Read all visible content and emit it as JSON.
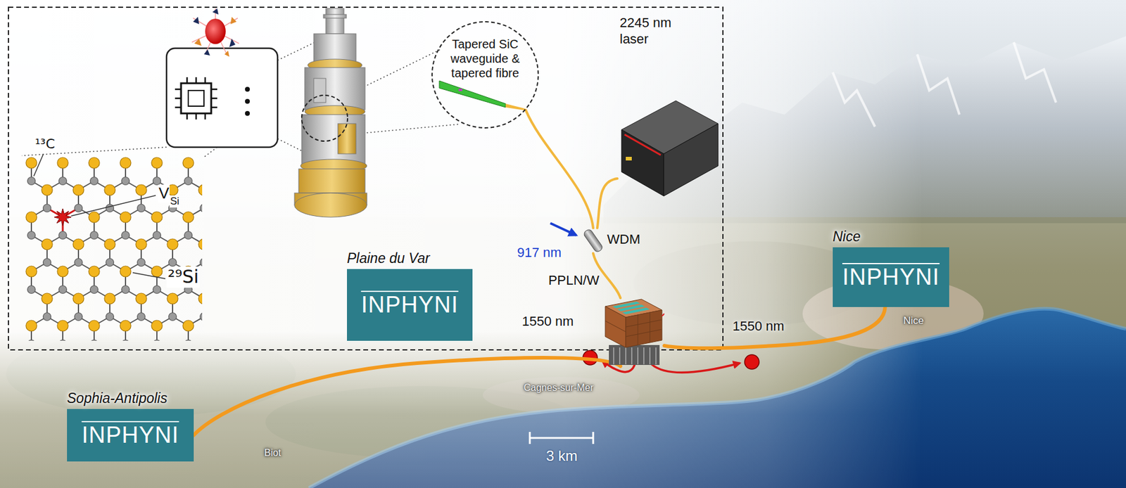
{
  "diagram": {
    "nodes": [
      {
        "text": [
          "Tapered SiC waveguide & tapered fibre"
        ]
      },
      {
        "text": [
          "2245 nm laser"
        ]
      },
      {
        "text": [
          "WDM"
        ]
      },
      {
        "text": [
          "Plaine du Var",
          "INPHYNI"
        ]
      },
      {
        "text": [
          "PPLN/W"
        ]
      },
      {
        "text": [
          "Nice",
          "INPHYNI"
        ]
      },
      {
        "text": [
          "Sophia-Antipolis",
          "INPHYNI"
        ]
      }
    ],
    "edges": [
      {
        "from": 0,
        "to": 2,
        "arrow": "none"
      },
      {
        "from": 1,
        "to": 2,
        "arrow": "none"
      },
      {
        "from": 2,
        "to": 4,
        "arrow": "none"
      },
      {
        "from": 4,
        "to": 6,
        "label": "1550 nm",
        "arrow": "none"
      },
      {
        "from": 4,
        "to": 5,
        "label": "1550 nm",
        "arrow": "none"
      }
    ],
    "labels": [
      "¹³C",
      "V",
      "Si",
      "²⁹Si",
      "917 nm",
      "Cagnes-sur-Mer",
      "Biot",
      "Nice",
      "3 km"
    ]
  }
}
